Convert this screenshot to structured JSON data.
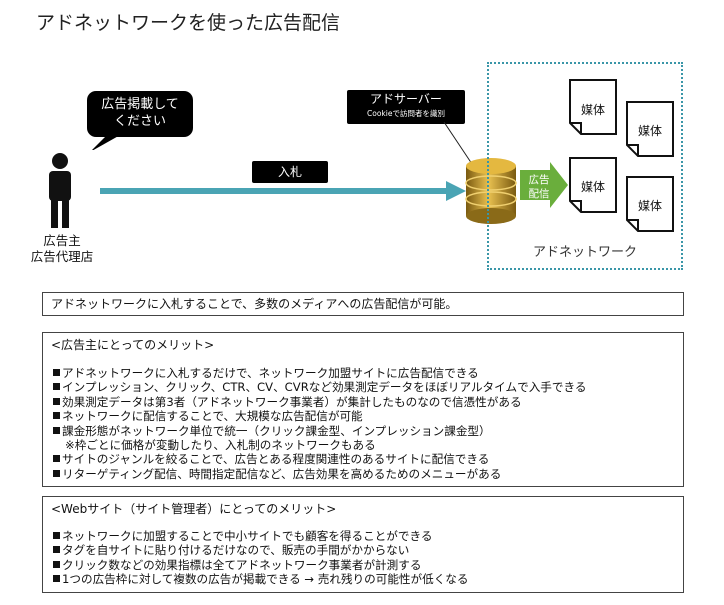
{
  "title": "アドネットワークを使った広告配信",
  "advertiser": {
    "speech": [
      "広告掲載して",
      "ください"
    ],
    "label": [
      "広告主",
      "広告代理店"
    ]
  },
  "bid_label": "入札",
  "ad_server": {
    "title": "アドサーバー",
    "subtitle": "Cookieで訪問者を識別"
  },
  "delivery_label": [
    "広告",
    "配信"
  ],
  "network": {
    "label": "アドネットワーク",
    "media": [
      "媒体",
      "媒体",
      "媒体",
      "媒体"
    ]
  },
  "summary": "アドネットワークに入札することで、多数のメディアへの広告配信が可能。",
  "advertiser_merits": {
    "title": "<広告主にとってのメリット>",
    "items": [
      "アドネットワークに入札するだけで、ネットワーク加盟サイトに広告配信できる",
      "インプレッション、クリック、CTR、CV、CVRなど効果測定データをほぼリアルタイムで入手できる",
      "効果測定データは第3者（アドネットワーク事業者）が集計したものなので信憑性がある",
      "ネットワークに配信することで、大規模な広告配信が可能",
      "課金形態がネットワーク単位で統一（クリック課金型、インプレッション課金型）",
      "サイトのジャンルを絞ることで、広告とある程度関連性のあるサイトに配信できる",
      "リターゲティング配信、時間指定配信など、広告効果を高めるためのメニューがある"
    ],
    "note": "※枠ごとに価格が変動したり、入札制のネットワークもある"
  },
  "website_merits": {
    "title": "<Webサイト（サイト管理者）にとってのメリット>",
    "items": [
      "ネットワークに加盟することで中小サイトでも顧客を得ることができる",
      "タグを自サイトに貼り付けるだけなので、販売の手間がかからない",
      "クリック数などの効果指標は全てアドネットワーク事業者が計測する",
      "1つの広告枠に対して複数の広告が掲載できる → 売れ残りの可能性が低くなる"
    ]
  },
  "colors": {
    "arrow": "#4aa4b4",
    "network_border": "#3a96a8",
    "delivery_arrow": "#6aae3c",
    "database": "#c8961e"
  },
  "icons": [
    "person-icon",
    "database-icon",
    "document-icon"
  ]
}
